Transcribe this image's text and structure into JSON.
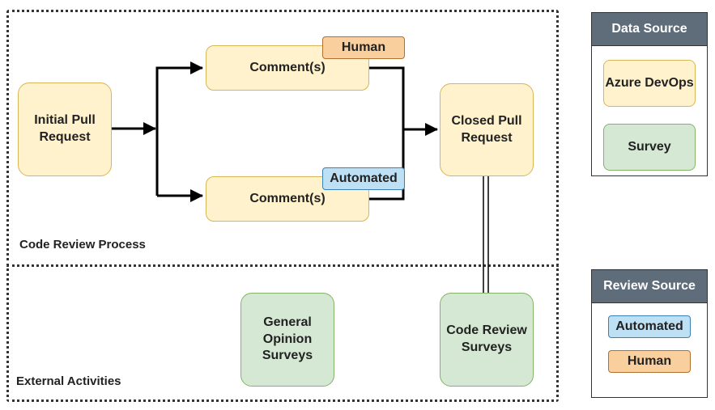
{
  "regions": {
    "code_review": {
      "label": "Code Review Process"
    },
    "external": {
      "label": "External Activities"
    }
  },
  "nodes": {
    "initial_pr": "Initial Pull Request",
    "comment_human": "Comment(s)",
    "comment_auto": "Comment(s)",
    "closed_pr": "Closed Pull Request",
    "general_surveys": "General Opinion Surveys",
    "cr_surveys": "Code Review Surveys"
  },
  "tags": {
    "human": "Human",
    "automated": "Automated"
  },
  "legend_data_source": {
    "title": "Data Source",
    "items": [
      "Azure DevOps",
      "Survey"
    ]
  },
  "legend_review_source": {
    "title": "Review Source",
    "items": [
      "Automated",
      "Human"
    ]
  },
  "colors": {
    "yellow_fill": "#fff2cc",
    "green_fill": "#d5e8d4",
    "human_tag": "#f8cf9d",
    "automated_tag": "#bde0f5",
    "legend_header": "#5f6c7a"
  }
}
